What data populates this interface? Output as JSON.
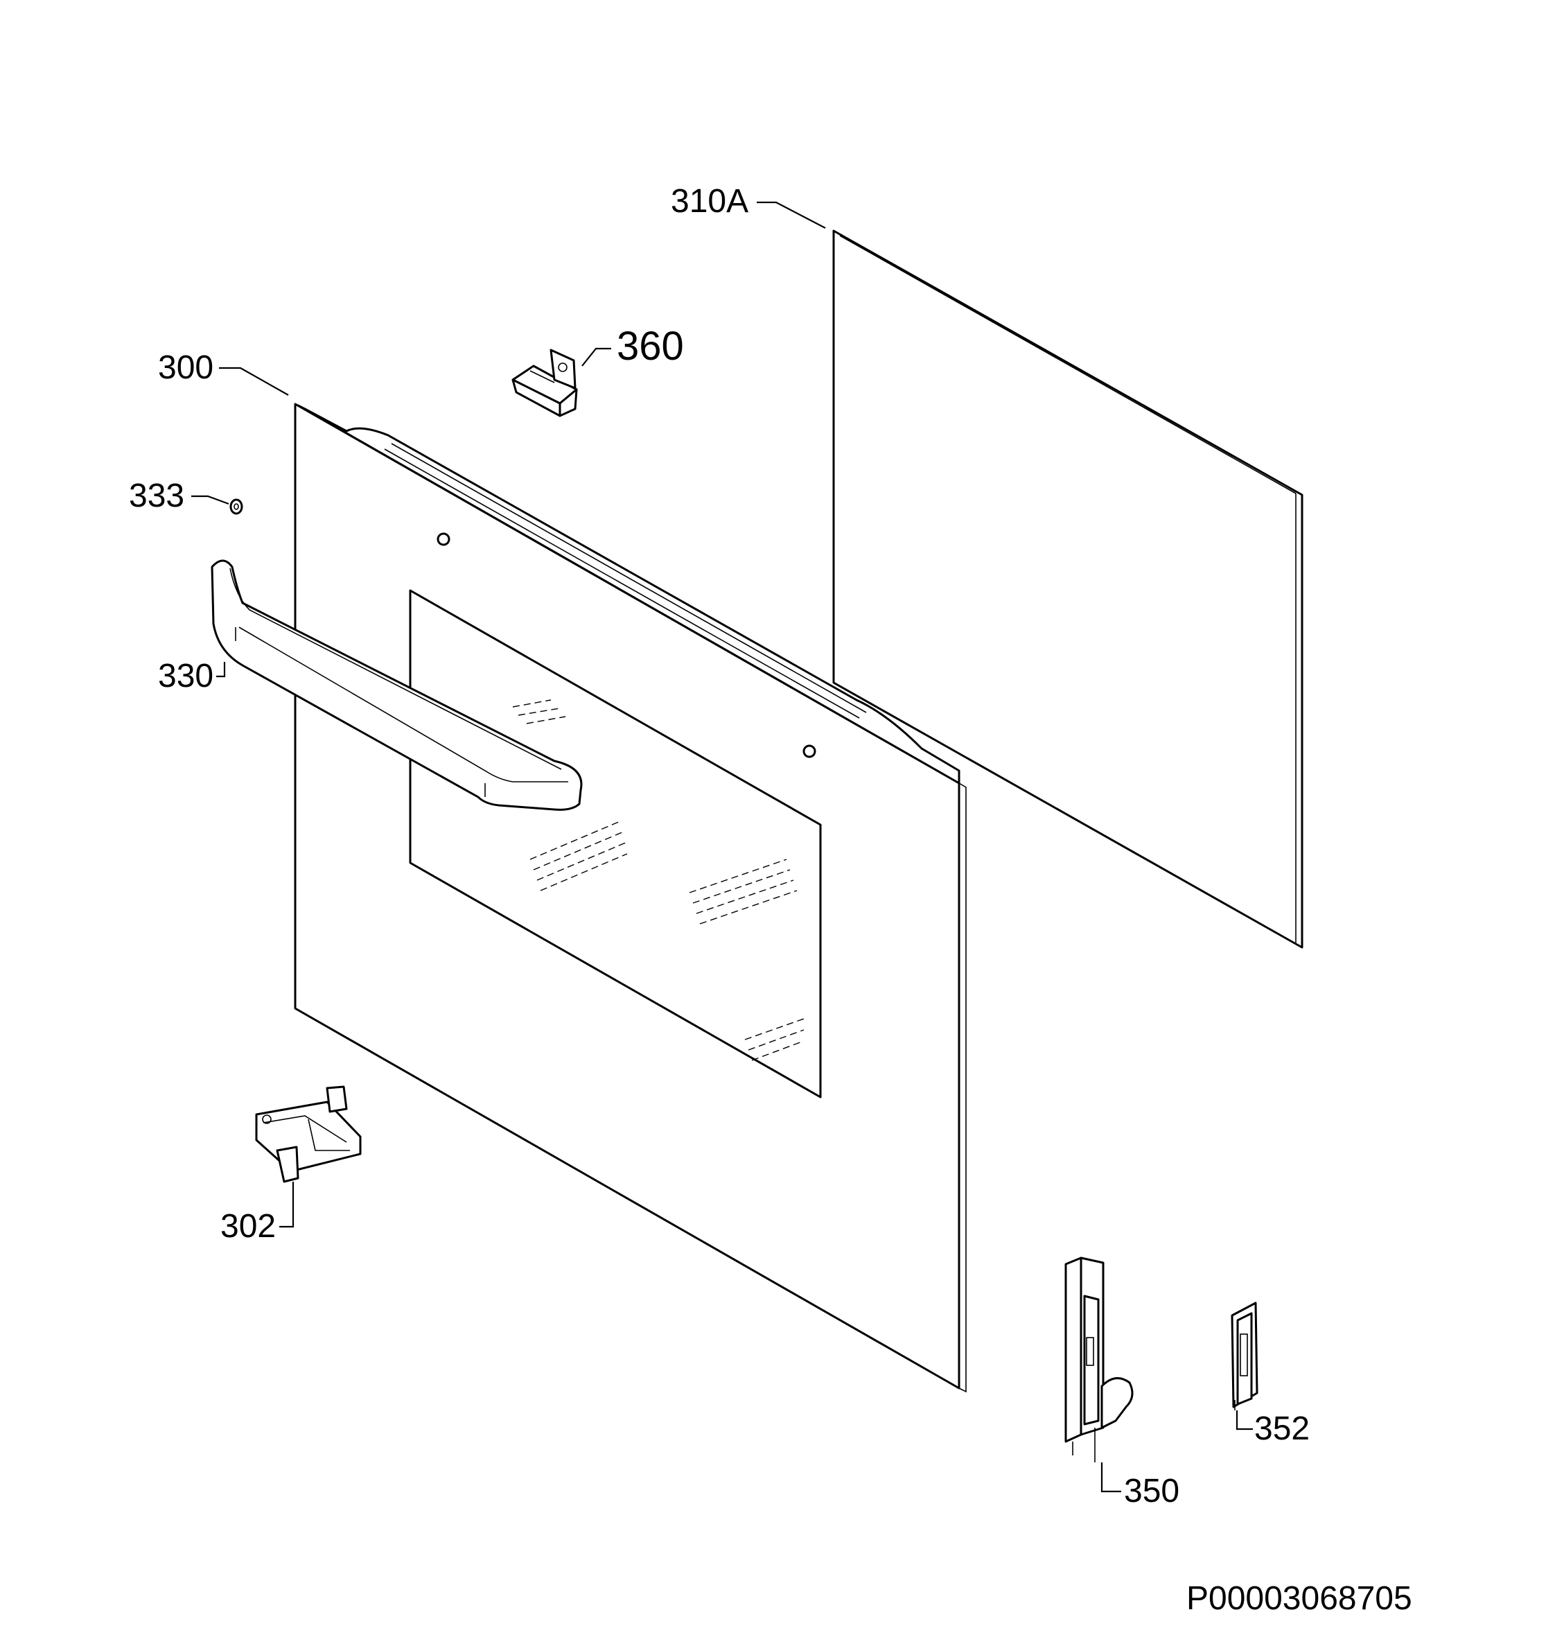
{
  "labels": {
    "glass_panel": "310A",
    "clip_top": "360",
    "door_front": "300",
    "screw": "333",
    "handle": "330",
    "clip_bottom": "302",
    "hinge": "350",
    "hinge_guide": "352"
  },
  "document_id": "P00003068705"
}
